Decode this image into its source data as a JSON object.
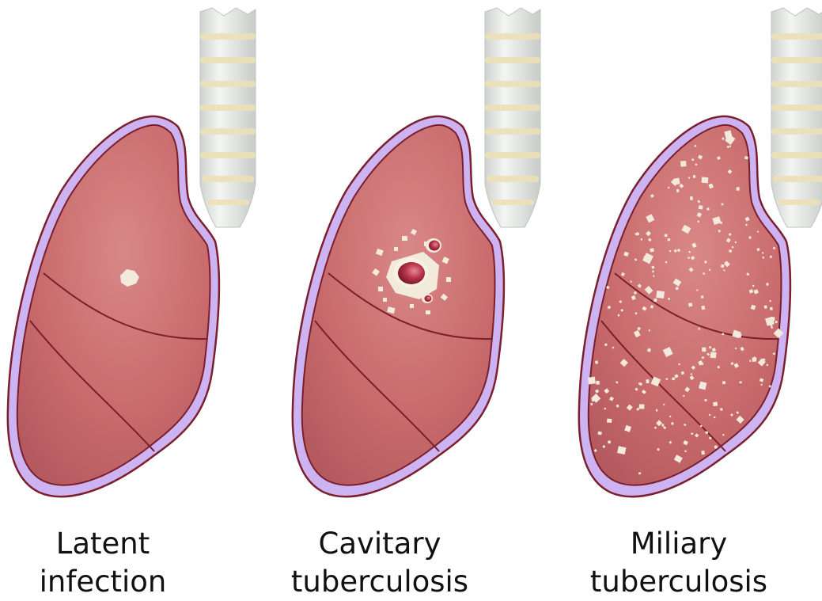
{
  "panels": [
    {
      "id": "latent",
      "caption_line1": "Latent",
      "caption_line2": "infection"
    },
    {
      "id": "cavitary",
      "caption_line1": "Cavitary",
      "caption_line2": "tuberculosis"
    },
    {
      "id": "miliary",
      "caption_line1": "Miliary",
      "caption_line2": "tuberculosis"
    }
  ],
  "colors": {
    "lung_fill": "#c96b6d",
    "lung_fill_light": "#d88584",
    "lung_outline": "#7a1f2b",
    "pleura": "#cdb3f1",
    "trachea": "#e2e6e3",
    "trachea_ring": "#ece0b7",
    "lesion": "#f2eadb",
    "cavity": "#b8334a"
  }
}
